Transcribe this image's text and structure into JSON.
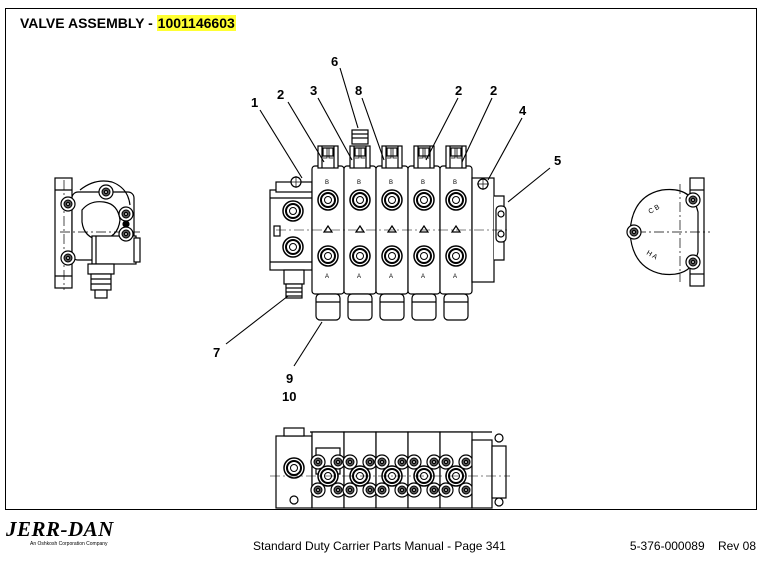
{
  "header": {
    "title_prefix": "VALVE ASSEMBLY - ",
    "part_number": "1001146603",
    "highlight_color": "#ffff33"
  },
  "callouts": [
    "1",
    "2",
    "3",
    "6",
    "8",
    "2",
    "2",
    "4",
    "5",
    "7",
    "9",
    "10"
  ],
  "footer": {
    "brand": "JERR-DAN",
    "brand_tagline": "An Oshkosh Corporation Company",
    "manual": "Standard Duty Carrier Parts Manual",
    "separator": " - ",
    "page": "Page 341",
    "doc_number": "5-376-000089",
    "revision": "Rev 08"
  }
}
